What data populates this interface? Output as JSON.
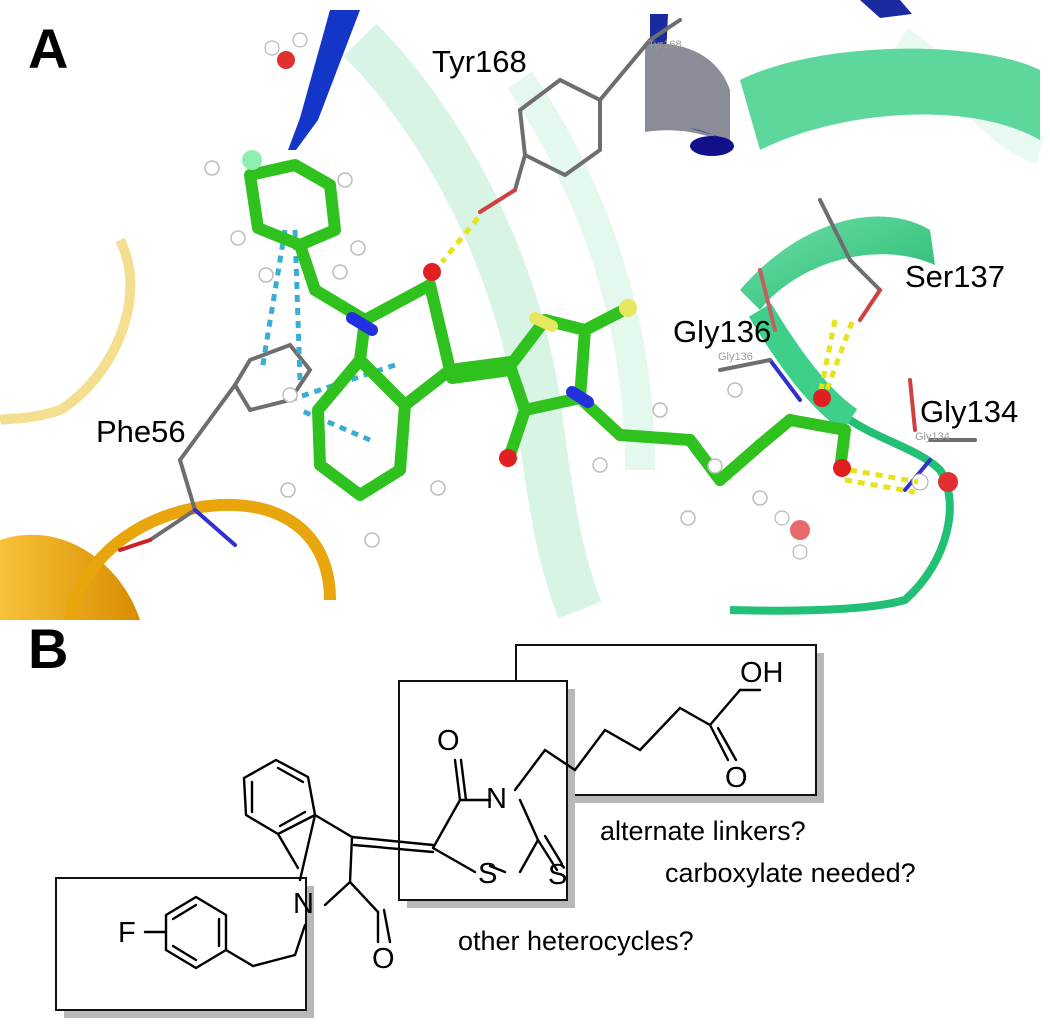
{
  "panel_a": {
    "letter": "A",
    "residues": {
      "tyr168": "Tyr168",
      "ser137": "Ser137",
      "gly136": "Gly136",
      "gly134": "Gly134",
      "phe56": "Phe56"
    },
    "faint_labels": {
      "tyr": "Tyr168",
      "gly136": "Gly136",
      "gly134": "Gly134"
    },
    "colors": {
      "ligand_carbon": "#2fc21f",
      "nitrogen": "#2330e0",
      "oxygen": "#e02020",
      "sulfur": "#e8e860",
      "fluorine": "#8ef0b0",
      "hbond": "#e6e31a",
      "pi_stack": "#3aaed0",
      "helix_green": "#3ecf8a",
      "sheet_blue": "#1436c8",
      "loop_orange": "#f2b014"
    }
  },
  "panel_b": {
    "letter": "B",
    "atoms": {
      "oh": "OH",
      "o_acid": "O",
      "o_rhod": "O",
      "n_rhod": "N",
      "s_ring": "S",
      "s_thione": "S",
      "f": "F",
      "n_indole": "N",
      "o_indole": "O"
    },
    "questions": {
      "linkers": "alternate linkers?",
      "carboxylate": "carboxylate needed?",
      "heterocycles": "other heterocycles?"
    }
  }
}
